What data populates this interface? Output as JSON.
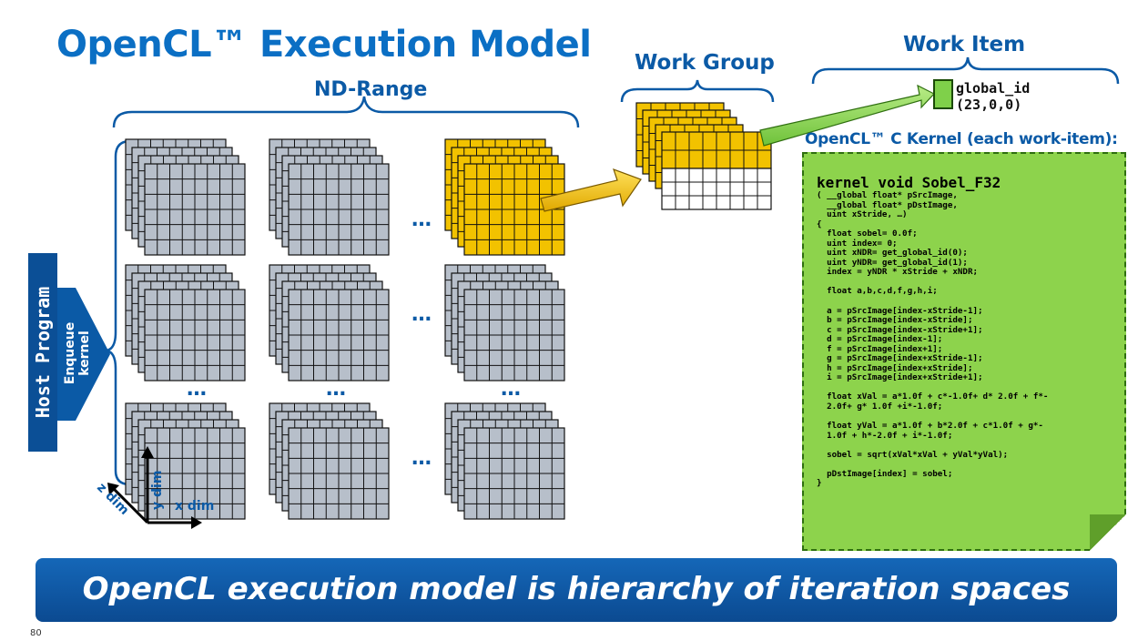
{
  "title": "OpenCL™ Execution Model",
  "labels": {
    "nd_range": "ND-Range",
    "work_group": "Work Group",
    "work_item": "Work Item",
    "global_id": "global_id\n(23,0,0)",
    "ellipsis": "…",
    "dots": "…",
    "x_dim": "x dim",
    "y_dim": "y dim",
    "z_dim": "z dim"
  },
  "host": {
    "program": "Host Program",
    "enqueue": "Enqueue\nkernel"
  },
  "kernel": {
    "title": "OpenCL™ C Kernel (each work-item):",
    "signature": "kernel void Sobel_F32",
    "body": "( __global float* pSrcImage,\n  __global float* pDstImage,\n  uint xStride, …)\n{\n  float sobel= 0.0f;\n  uint index= 0;\n  uint xNDR= get_global_id(0);\n  uint yNDR= get_global_id(1);\n  index = yNDR * xStride + xNDR;\n\n  float a,b,c,d,f,g,h,i;\n\n  a = pSrcImage[index-xStride-1];\n  b = pSrcImage[index-xStride];\n  c = pSrcImage[index-xStride+1];\n  d = pSrcImage[index-1];\n  f = pSrcImage[index+1];\n  g = pSrcImage[index+xStride-1];\n  h = pSrcImage[index+xStride];\n  i = pSrcImage[index+xStride+1];\n\n  float xVal = a*1.0f + c*-1.0f+ d* 2.0f + f*-\n  2.0f+ g* 1.0f +i*-1.0f;\n\n  float yVal = a*1.0f + b*2.0f + c*1.0f + g*-\n  1.0f + h*-2.0f + i*-1.0f;\n\n  sobel = sqrt(xVal*xVal + yVal*yVal);\n\n  pDstImage[index] = sobel;\n}"
  },
  "banner": "OpenCL execution model is hierarchy of iteration spaces",
  "page_number": "80",
  "colors": {
    "title_blue": "#0b6fc4",
    "label_blue": "#0b5aa6",
    "grid_gray": "#b7bfca",
    "grid_yellow": "#f2c200",
    "kernel_green": "#8dd34c",
    "work_item_green": "#7fd04a",
    "banner_blue": "#0b4a91"
  }
}
